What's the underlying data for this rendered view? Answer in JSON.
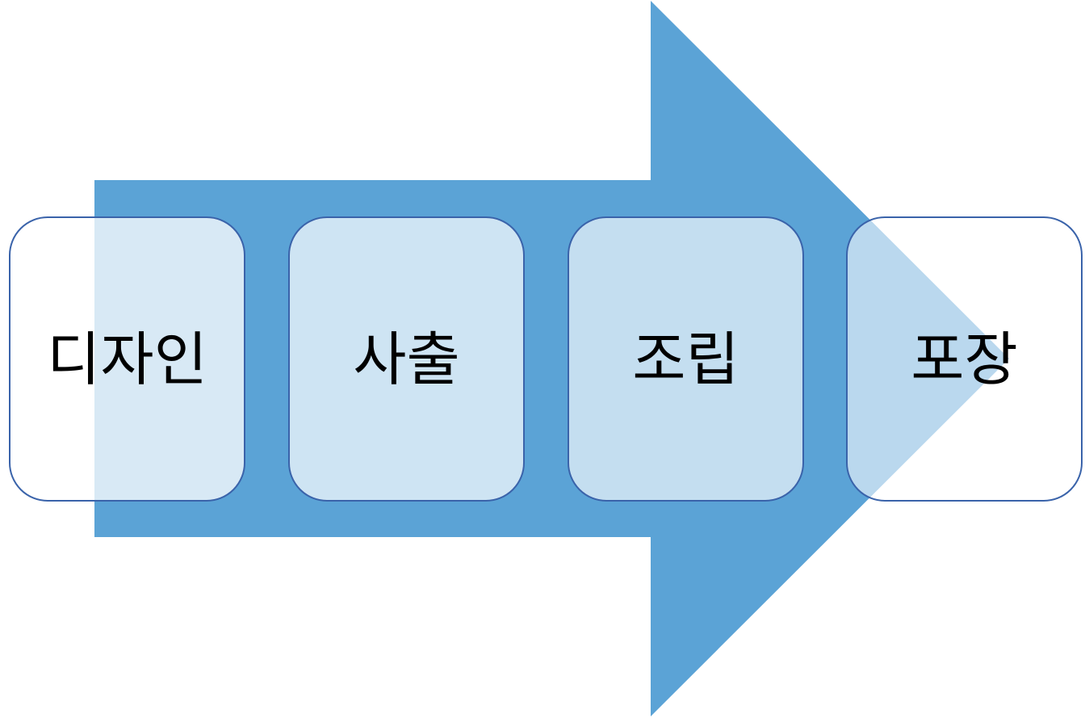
{
  "diagram": {
    "type": "process-arrow",
    "arrow_color": "#5ba3d6",
    "box_border_color": "#3a63aa",
    "steps": [
      {
        "label": "디자인"
      },
      {
        "label": "사출"
      },
      {
        "label": "조립"
      },
      {
        "label": "포장"
      }
    ]
  }
}
